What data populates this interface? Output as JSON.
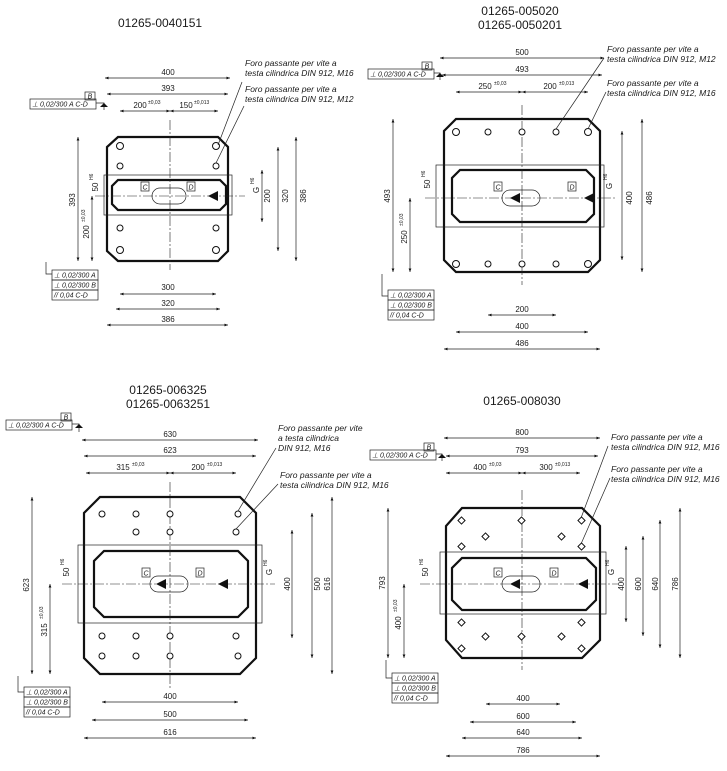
{
  "drawings": [
    {
      "codes": [
        "01265-0040151"
      ],
      "note_upper": [
        "Foro passante per vite a",
        "testa cilindrica DIN 912, M16"
      ],
      "note_lower": [
        "Foro passante per vite a",
        "testa cilindrica DIN 912, M12"
      ],
      "dims": {
        "top_outer": "400",
        "top_inner": "393",
        "hole_left": "200",
        "hole_left_tol": "±0,03",
        "hole_right": "150",
        "hole_right_tol": "±0,013",
        "left_height": "393",
        "left_offset": "200",
        "left_offset_tol": "±0,03",
        "slot": "50",
        "slot_tol": "H6",
        "thread": "G",
        "thread_tol": "H6",
        "right_a": "200",
        "right_b": "320",
        "right_c": "386",
        "bottom_a": "300",
        "bottom_b": "320",
        "bottom_c": "386"
      },
      "tol_top": "⊥ 0,02/300 A C-D",
      "datum_b": "B",
      "tol_block": [
        "⊥ 0,02/300 A",
        "⊥ 0,02/300 B",
        "// 0,04 C-D"
      ],
      "refs": [
        "C",
        "D"
      ]
    },
    {
      "codes": [
        "01265-005020",
        "01265-0050201"
      ],
      "note_upper": [
        "Foro passante per vite a",
        "testa cilindrica DIN 912, M12"
      ],
      "note_lower": [
        "Foro passante per vite a",
        "testa cilindrica DIN 912, M16"
      ],
      "dims": {
        "top_outer": "500",
        "top_inner": "493",
        "hole_left": "250",
        "hole_left_tol": "±0,03",
        "hole_right": "200",
        "hole_right_tol": "±0,013",
        "left_height": "493",
        "left_offset": "250",
        "left_offset_tol": "±0,03",
        "slot": "50",
        "slot_tol": "H6",
        "thread": "G",
        "thread_tol": "H6",
        "right_a": "400",
        "right_b": "486",
        "bottom_a": "200",
        "bottom_b": "400",
        "bottom_c": "486"
      },
      "tol_top": "⊥ 0,02/300 A C-D",
      "datum_b": "B",
      "tol_block": [
        "⊥ 0,02/300 A",
        "⊥ 0,02/300 B",
        "// 0,04 C-D"
      ],
      "refs": [
        "C",
        "D"
      ]
    },
    {
      "codes": [
        "01265-006325",
        "01265-0063251"
      ],
      "note_upper": [
        "Foro passante per vite",
        "a testa cilindrica",
        "DIN 912, M16"
      ],
      "note_lower": [
        "Foro passante per vite a",
        "testa cilindrica DIN 912, M16"
      ],
      "dims": {
        "top_outer": "630",
        "top_inner": "623",
        "hole_left": "315",
        "hole_left_tol": "±0,03",
        "hole_right": "200",
        "hole_right_tol": "±0,013",
        "left_height": "623",
        "left_offset": "315",
        "left_offset_tol": "±0,03",
        "slot": "50",
        "slot_tol": "H6",
        "thread": "G",
        "thread_tol": "H6",
        "right_a": "400",
        "right_b": "500",
        "right_c": "616",
        "bottom_a": "400",
        "bottom_b": "500",
        "bottom_c": "616"
      },
      "tol_top": "⊥ 0,02/300 A C-D",
      "datum_b": "B",
      "tol_block": [
        "⊥ 0,02/300 A",
        "⊥ 0,02/300 B",
        "// 0,04 C-D"
      ],
      "refs": [
        "C",
        "D"
      ]
    },
    {
      "codes": [
        "01265-008030"
      ],
      "note_upper": [
        "Foro passante per vite a",
        "testa cilindrica DIN 912, M16"
      ],
      "note_lower": [
        "Foro passante per vite a",
        "testa cilindrica DIN 912, M16"
      ],
      "dims": {
        "top_outer": "800",
        "top_inner": "793",
        "hole_left": "400",
        "hole_left_tol": "±0,03",
        "hole_right": "300",
        "hole_right_tol": "±0,013",
        "left_height": "793",
        "left_offset": "400",
        "left_offset_tol": "±0,03",
        "slot": "50",
        "slot_tol": "H6",
        "thread": "G",
        "thread_tol": "H6",
        "right_a": "400",
        "right_b": "600",
        "right_c": "640",
        "right_d": "786",
        "bottom_a": "400",
        "bottom_b": "600",
        "bottom_c": "640",
        "bottom_d": "786"
      },
      "tol_top": "⊥ 0,02/300 A C-D",
      "datum_b": "B",
      "tol_block": [
        "⊥ 0,02/300 A",
        "⊥ 0,02/300 B",
        "// 0,04 C-D"
      ],
      "refs": [
        "C",
        "D"
      ]
    }
  ]
}
